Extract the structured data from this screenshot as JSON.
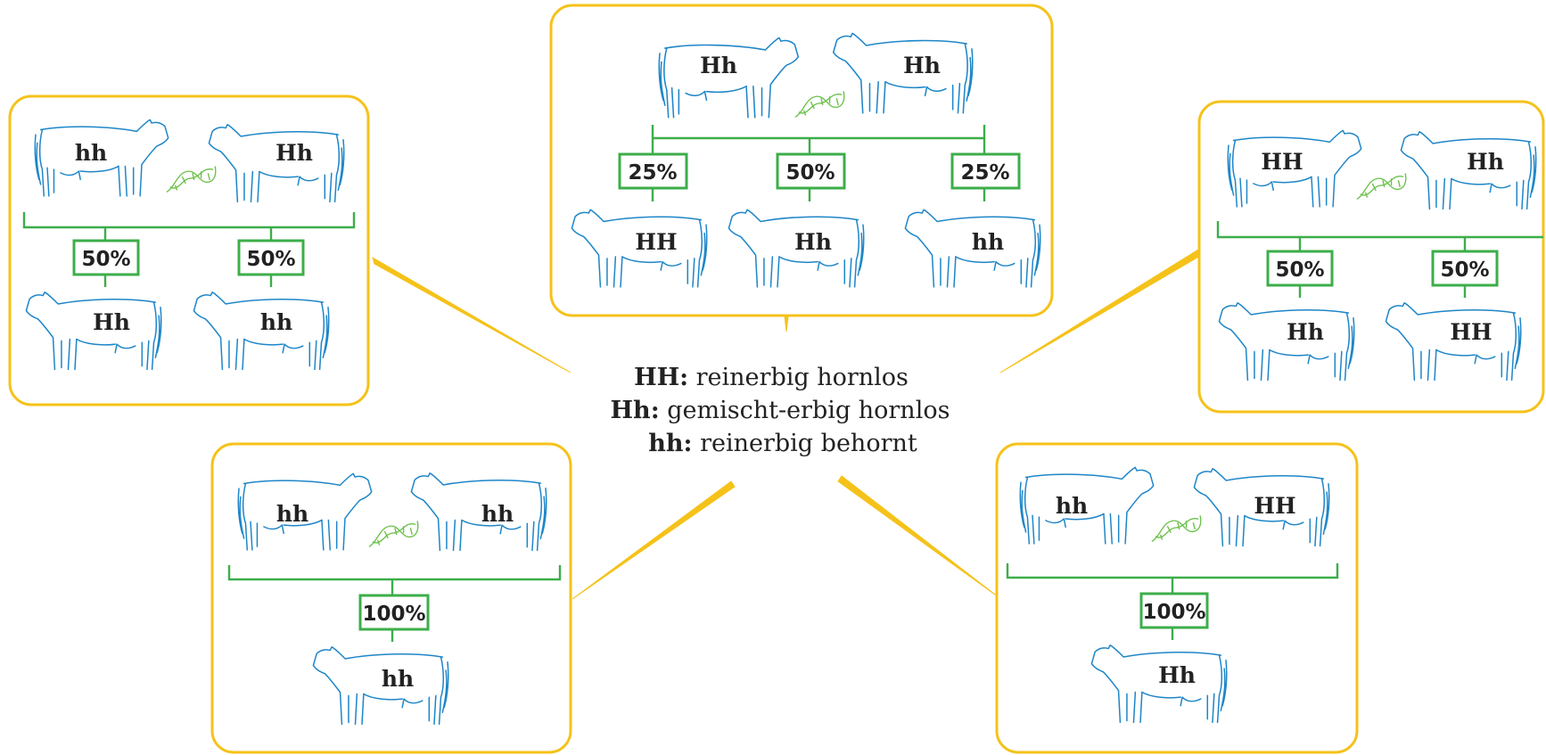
{
  "legend": [
    {
      "code": "HH:",
      "text": " reinerbig hornlos"
    },
    {
      "code": "Hh:",
      "text": " gemischt-erbig hornlos"
    },
    {
      "code": "hh:",
      "text": " reinerbig behornt"
    }
  ],
  "crosses": {
    "top": {
      "parents": [
        "Hh",
        "Hh"
      ],
      "offspring": [
        {
          "genotype": "HH",
          "percent": "25%"
        },
        {
          "genotype": "Hh",
          "percent": "50%"
        },
        {
          "genotype": "hh",
          "percent": "25%"
        }
      ]
    },
    "left": {
      "parents": [
        "hh",
        "Hh"
      ],
      "offspring": [
        {
          "genotype": "Hh",
          "percent": "50%"
        },
        {
          "genotype": "hh",
          "percent": "50%"
        }
      ]
    },
    "right": {
      "parents": [
        "HH",
        "Hh"
      ],
      "offspring": [
        {
          "genotype": "Hh",
          "percent": "50%"
        },
        {
          "genotype": "HH",
          "percent": "50%"
        }
      ]
    },
    "bottom_left": {
      "parents": [
        "hh",
        "hh"
      ],
      "offspring": [
        {
          "genotype": "hh",
          "percent": "100%"
        }
      ]
    },
    "bottom_right": {
      "parents": [
        "hh",
        "HH"
      ],
      "offspring": [
        {
          "genotype": "Hh",
          "percent": "100%"
        }
      ]
    }
  },
  "colors": {
    "frame": "#f5c21a",
    "cow_outline": "#1e86c8",
    "tree_green": "#3cae4a",
    "dna_green": "#6cc04a",
    "text": "#222222"
  },
  "icons": [
    "cow-outline-icon",
    "dna-helix-icon"
  ]
}
